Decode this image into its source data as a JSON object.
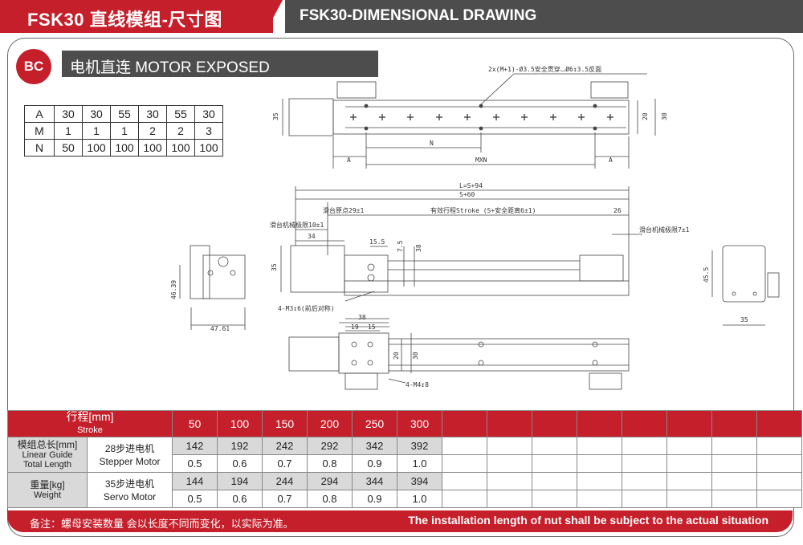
{
  "header": {
    "title_cn": "FSK30 直线模组-尺寸图",
    "title_en": "FSK30-DIMENSIONAL DRAWING"
  },
  "section": {
    "badge": "BC",
    "title": "电机直连   MOTOR EXPOSED"
  },
  "amn_table": {
    "rows": [
      {
        "label": "A",
        "values": [
          "30",
          "30",
          "55",
          "30",
          "55",
          "30"
        ]
      },
      {
        "label": "M",
        "values": [
          "1",
          "1",
          "1",
          "2",
          "2",
          "3"
        ]
      },
      {
        "label": "N",
        "values": [
          "50",
          "100",
          "100",
          "100",
          "100",
          "100"
        ]
      }
    ]
  },
  "drawing_labels": {
    "hole_note": "2x(M+1)-Ø3.5安全贯穿⌴Ø6↧3.5反面",
    "dim_35_a": "35",
    "dim_20": "20",
    "dim_30": "30",
    "dim_A_left": "A",
    "dim_N": "N",
    "dim_MXN": "MXN",
    "dim_A_right": "A",
    "dim_L": "L=S+94",
    "dim_S60": "S+60",
    "slide_origin": "滑台原点29±1",
    "effective_stroke": "有效行程Stroke (S+安全距离6±1)",
    "dim_26": "26",
    "slide_limit_left": "滑台机械极限10±1",
    "dim_34": "34",
    "dim_15_5": "15.5",
    "dim_7_5": "7.5",
    "dim_38_v": "38",
    "dim_35_b": "35",
    "slide_limit_right": "滑台机械极限7±1",
    "dim_46_39": "46.39",
    "dim_47_61": "47.61",
    "m3_note": "4-M3↧6(前后对称)",
    "dim_45_5": "45.5",
    "dim_35_c": "35",
    "dim_38_h": "38",
    "dim_19": "19",
    "dim_15": "15",
    "dim_20_b": "20",
    "dim_30_b": "30",
    "m4_note": "4-M4↧8"
  },
  "spec_table": {
    "stroke_label_cn": "行程[mm]",
    "stroke_label_en": "Stroke",
    "strokes": [
      "50",
      "100",
      "150",
      "200",
      "250",
      "300"
    ],
    "length_label_cn": "模组总长[mm]",
    "length_label_en1": "Linear Guide",
    "length_label_en2": "Total Length",
    "stepper_cn": "28步进电机",
    "stepper_en": "Stepper Motor",
    "stepper_length": [
      "142",
      "192",
      "242",
      "292",
      "342",
      "392"
    ],
    "stepper_weight": [
      "0.5",
      "0.6",
      "0.7",
      "0.8",
      "0.9",
      "1.0"
    ],
    "weight_label_cn": "重量[kg]",
    "weight_label_en": "Weight",
    "servo_cn": "35步进电机",
    "servo_en": "Servo Motor",
    "servo_length": [
      "144",
      "194",
      "244",
      "294",
      "344",
      "394"
    ],
    "servo_weight": [
      "0.5",
      "0.6",
      "0.7",
      "0.8",
      "0.9",
      "1.0"
    ]
  },
  "footer": {
    "note_cn": "备注：螺母安装数量 会以长度不同而变化，以实际为准。",
    "note_en": "The installation length of nut shall be subject to the actual situation"
  },
  "colors": {
    "brand_red": "#c51f2b",
    "dark_gray": "#4d4d4d",
    "cell_gray": "#d9d9d9"
  }
}
